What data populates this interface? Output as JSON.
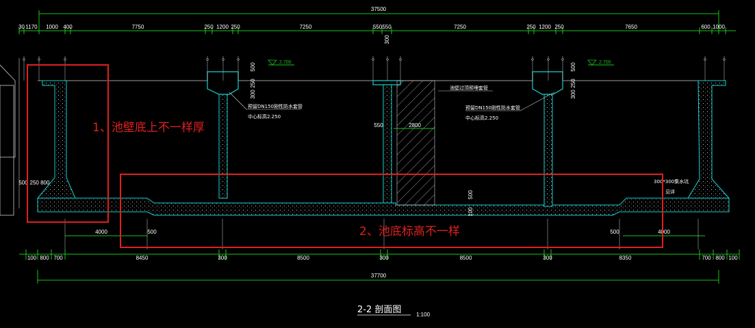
{
  "drawing": {
    "title": "2-2 剖面图",
    "scale": "1:100",
    "top_total": "37500",
    "bottom_total": "37700",
    "top_dims": [
      "30",
      "1170",
      "1000",
      "400",
      "7750",
      "250",
      "1200",
      "250",
      "7250",
      "550",
      "550",
      "7250",
      "250",
      "1200",
      "250",
      "7650",
      "600",
      "1000"
    ],
    "bottom_dims": [
      "100",
      "800",
      "700",
      "8450",
      "300",
      "8500",
      "300",
      "8500",
      "300",
      "8350",
      "700",
      "800",
      "100"
    ],
    "pipe_note_left": "预留DN150刚性防水套管",
    "pipe_note_left_sub": "中心标高2.250",
    "pipe_note_right": "预留DN150刚性防水套管",
    "pipe_note_right_sub": "中心标高2.250",
    "center_note": "池壁过顶预埋套管",
    "right_note": "300*300集水坑",
    "right_note_sub": "见详",
    "elev_left": "2.700",
    "elev_right": "2.700",
    "dim_550": "550",
    "dim_2800": "2800",
    "dim_500_mid": "500",
    "dim_100": "100",
    "dim_4000_left": "4000",
    "dim_500_left": "500",
    "dim_500_right": "500",
    "dim_4000_right": "4000",
    "dim_500_wall": "500",
    "dim_250_800": "250 800",
    "small_dims": [
      "500",
      "250",
      "300",
      "500",
      "250",
      "300",
      "300"
    ]
  },
  "annotations": [
    {
      "text": "1、池壁底上不一样厚"
    },
    {
      "text": "2、池底标高不一样"
    }
  ],
  "colors": {
    "background": "#000000",
    "concrete_outline": "#19d2d2",
    "dimension": "#19c819",
    "annotation": "#e02020"
  }
}
